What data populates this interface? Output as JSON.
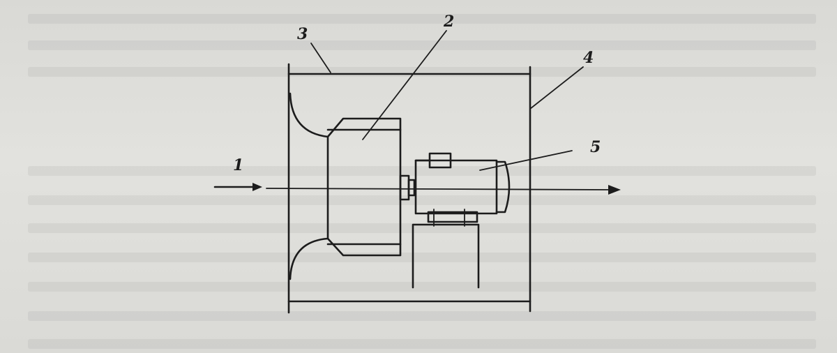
{
  "figure": {
    "labels": {
      "inlet_flow": "1",
      "impeller": "2",
      "casing": "3",
      "flange": "4",
      "motor": "5"
    },
    "colors": {
      "ink": "#1c1c1c",
      "paper": "#dcdcd8"
    }
  }
}
